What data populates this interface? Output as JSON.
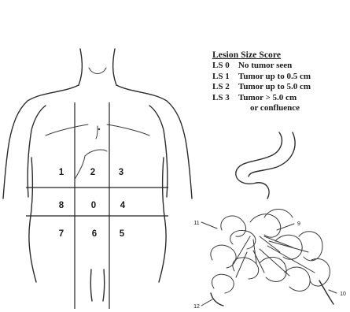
{
  "legend": {
    "title": "Lesion Size Score",
    "rows": [
      {
        "code": "LS 0",
        "text": "No tumor seen"
      },
      {
        "code": "LS 1",
        "text": "Tumor up to 0.5 cm"
      },
      {
        "code": "LS 2",
        "text": "Tumor up to 5.0 cm"
      },
      {
        "code": "LS 3",
        "text": "Tumor > 5.0 cm"
      }
    ],
    "continuation": "or confluence"
  },
  "regions": [
    "0",
    "1",
    "2",
    "3",
    "4",
    "5",
    "6",
    "7",
    "8"
  ],
  "small_bowel_regions": [
    "9",
    "10",
    "11",
    "12"
  ]
}
